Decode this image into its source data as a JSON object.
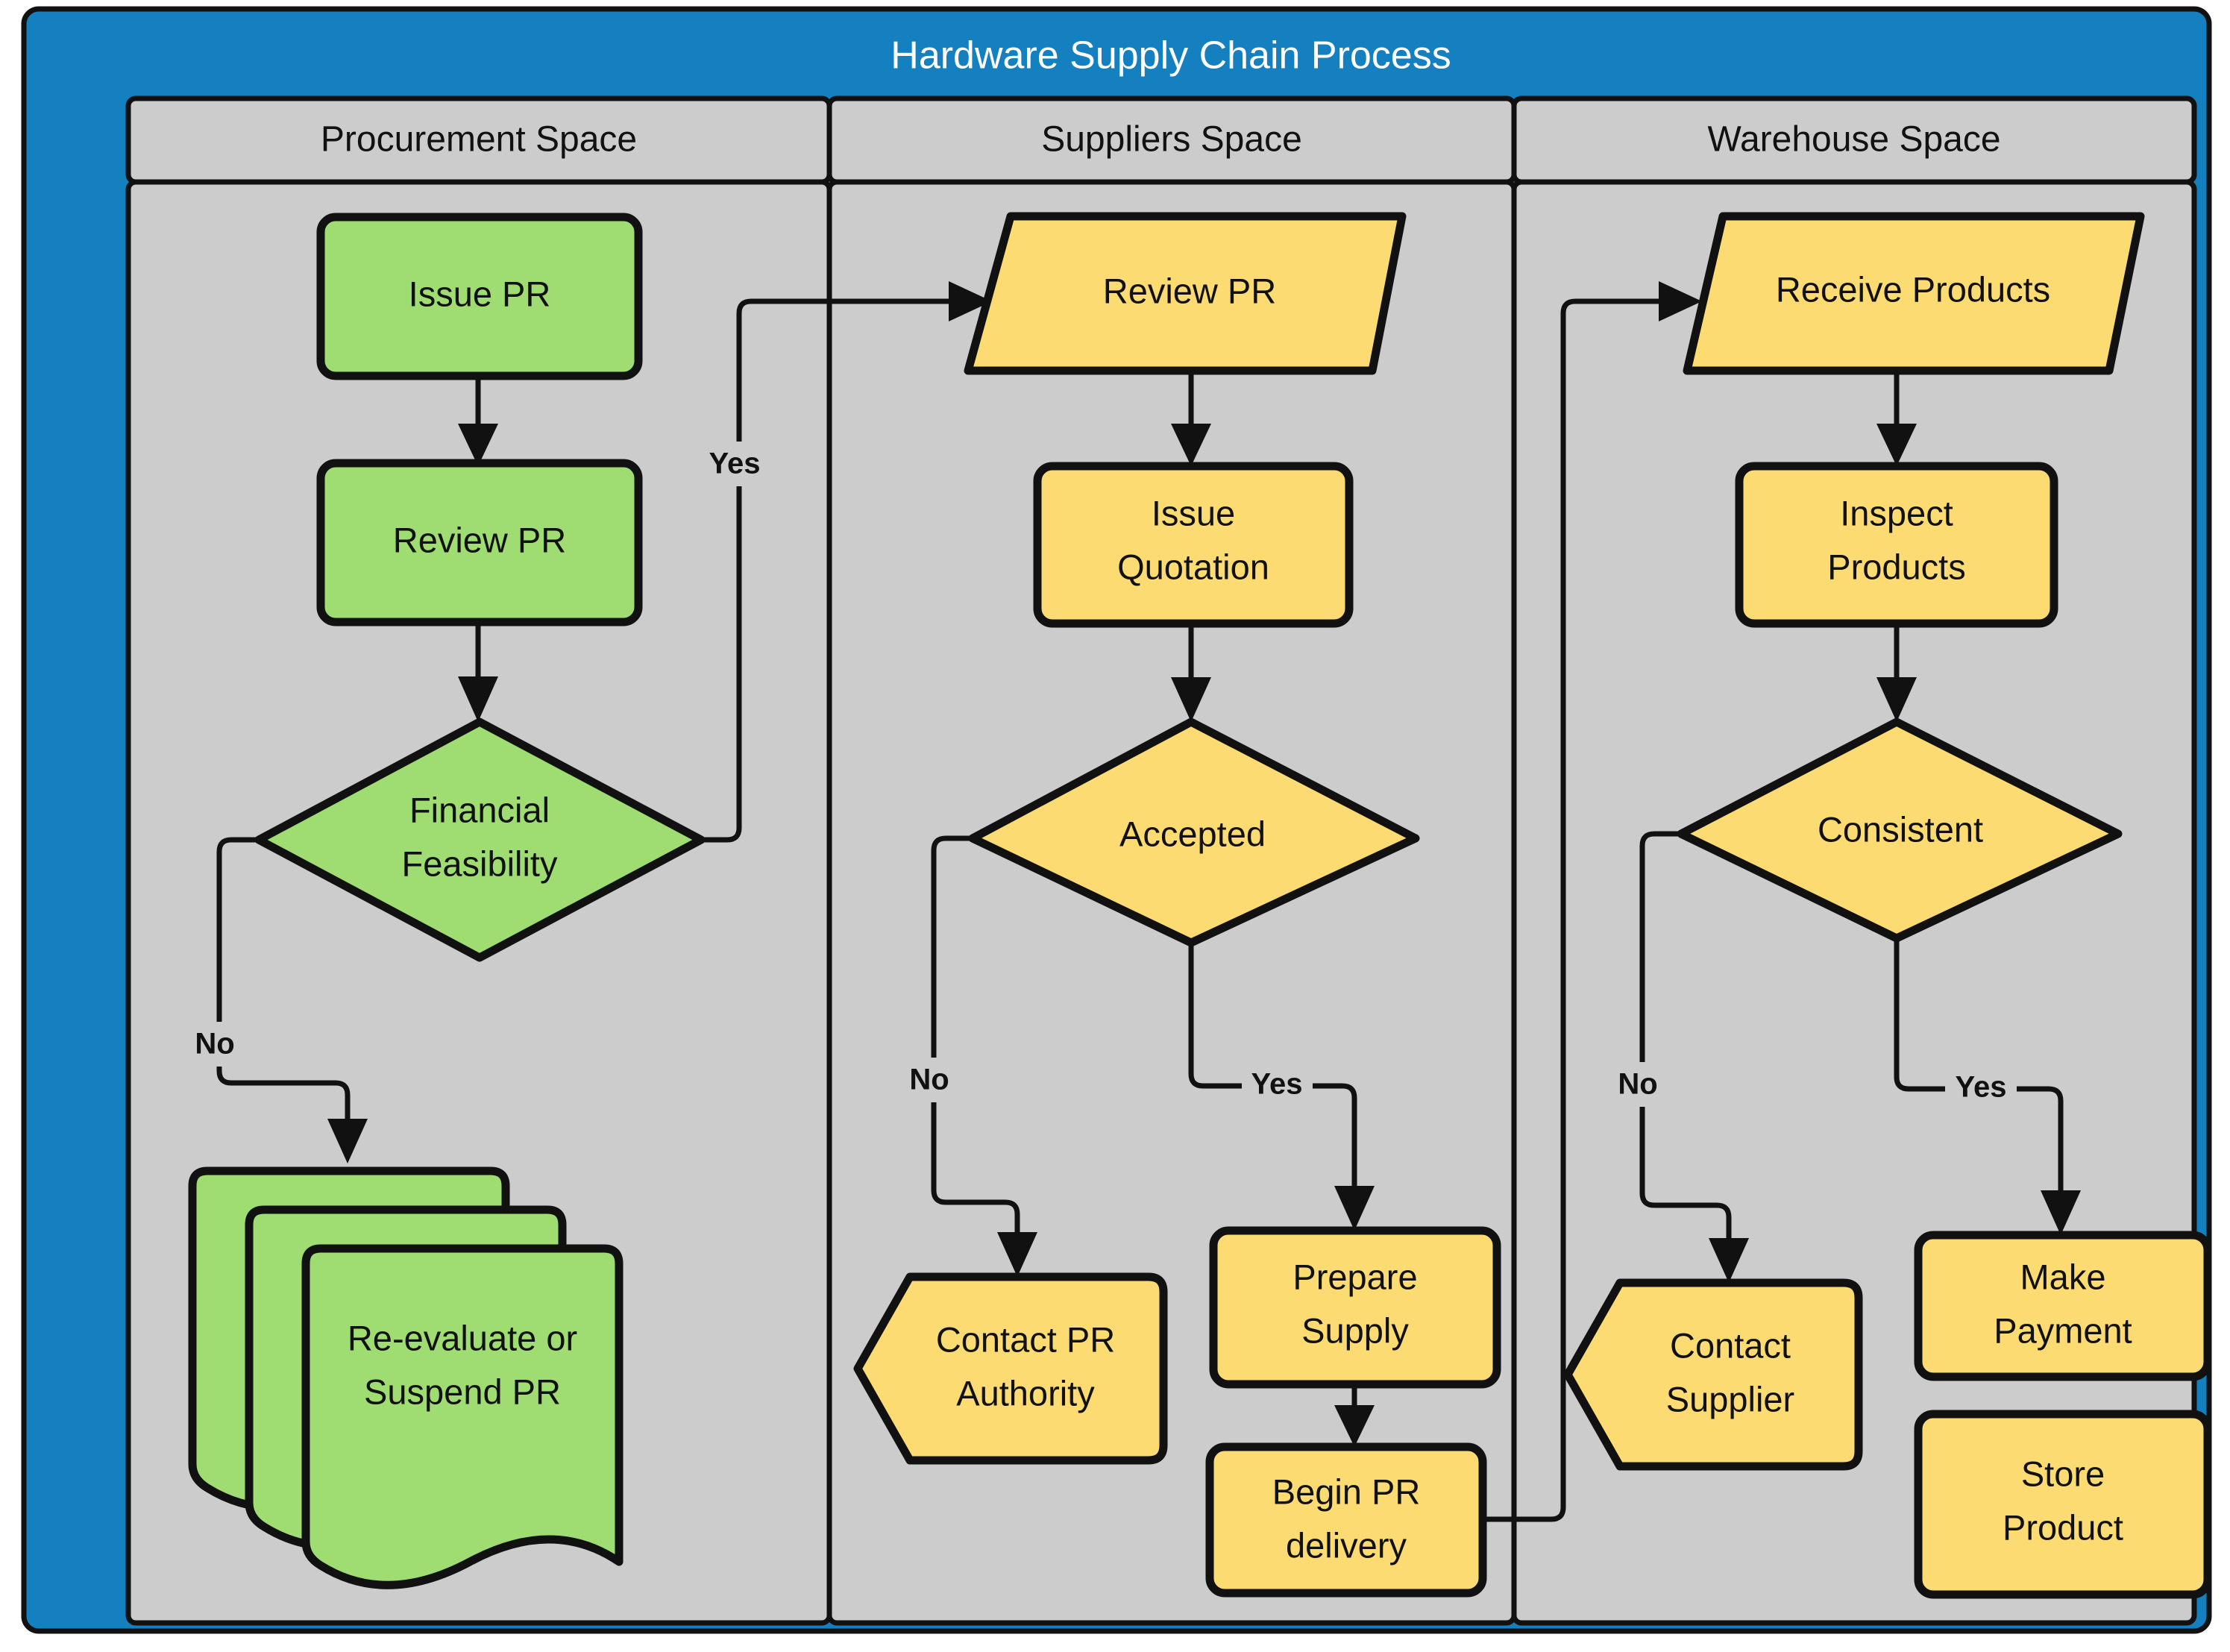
{
  "colors": {
    "pool_header": "#1580bf",
    "lane_fill": "#cccccc",
    "green_node": "#9fdc72",
    "yellow_node": "#fcdc72",
    "stroke": "#111111",
    "title_text": "#ffffff"
  },
  "pool": {
    "title": "Hardware Supply Chain Process"
  },
  "lanes": [
    {
      "id": "procurement",
      "label": "Procurement Space"
    },
    {
      "id": "suppliers",
      "label": "Suppliers Space"
    },
    {
      "id": "warehouse",
      "label": "Warehouse Space"
    }
  ],
  "nodes": {
    "issue_pr": {
      "label": "Issue PR",
      "shape": "process",
      "lane": "procurement"
    },
    "review_pr_proc": {
      "label": "Review PR",
      "shape": "process",
      "lane": "procurement"
    },
    "financial": {
      "label_line1": "Financial",
      "label_line2": "Feasibility",
      "shape": "decision",
      "lane": "procurement"
    },
    "reevaluate": {
      "label_line1": "Re-evaluate or",
      "label_line2": "Suspend PR",
      "shape": "multi-document",
      "lane": "procurement"
    },
    "review_pr_sup": {
      "label": "Review PR",
      "shape": "data",
      "lane": "suppliers"
    },
    "issue_quotation": {
      "label_line1": "Issue",
      "label_line2": "Quotation",
      "shape": "process",
      "lane": "suppliers"
    },
    "accepted": {
      "label": "Accepted",
      "shape": "decision",
      "lane": "suppliers"
    },
    "contact_pr": {
      "label_line1": "Contact PR",
      "label_line2": "Authority",
      "shape": "callout",
      "lane": "suppliers"
    },
    "prepare_supply": {
      "label_line1": "Prepare",
      "label_line2": "Supply",
      "shape": "process",
      "lane": "suppliers"
    },
    "begin_delivery": {
      "label_line1": "Begin PR",
      "label_line2": "delivery",
      "shape": "process",
      "lane": "suppliers"
    },
    "receive_products": {
      "label": "Receive Products",
      "shape": "data",
      "lane": "warehouse"
    },
    "inspect_products": {
      "label_line1": "Inspect",
      "label_line2": "Products",
      "shape": "process",
      "lane": "warehouse"
    },
    "consistent": {
      "label": "Consistent",
      "shape": "decision",
      "lane": "warehouse"
    },
    "contact_supplier": {
      "label_line1": "Contact",
      "label_line2": "Supplier",
      "shape": "callout",
      "lane": "warehouse"
    },
    "make_payment": {
      "label_line1": "Make",
      "label_line2": "Payment",
      "shape": "process",
      "lane": "warehouse"
    },
    "store_product": {
      "label_line1": "Store",
      "label_line2": "Product",
      "shape": "process",
      "lane": "warehouse"
    }
  },
  "edge_labels": {
    "financial_yes": "Yes",
    "financial_no": "No",
    "accepted_yes": "Yes",
    "accepted_no": "No",
    "consistent_yes": "Yes",
    "consistent_no": "No"
  },
  "chart_data": {
    "type": "diagram",
    "subtype": "swimlane-flowchart",
    "title": "Hardware Supply Chain Process",
    "lanes": [
      "Procurement Space",
      "Suppliers Space",
      "Warehouse Space"
    ],
    "edges": [
      {
        "from": "Issue PR",
        "to": "Review PR (Procurement)",
        "label": ""
      },
      {
        "from": "Review PR (Procurement)",
        "to": "Financial Feasibility",
        "label": ""
      },
      {
        "from": "Financial Feasibility",
        "to": "Review PR (Suppliers)",
        "label": "Yes"
      },
      {
        "from": "Financial Feasibility",
        "to": "Re-evaluate or Suspend PR",
        "label": "No"
      },
      {
        "from": "Review PR (Suppliers)",
        "to": "Issue Quotation",
        "label": ""
      },
      {
        "from": "Issue Quotation",
        "to": "Accepted",
        "label": ""
      },
      {
        "from": "Accepted",
        "to": "Contact PR Authority",
        "label": "No"
      },
      {
        "from": "Accepted",
        "to": "Prepare Supply",
        "label": "Yes"
      },
      {
        "from": "Prepare Supply",
        "to": "Begin PR delivery",
        "label": ""
      },
      {
        "from": "Begin PR delivery",
        "to": "Receive Products",
        "label": ""
      },
      {
        "from": "Receive Products",
        "to": "Inspect Products",
        "label": ""
      },
      {
        "from": "Inspect Products",
        "to": "Consistent",
        "label": ""
      },
      {
        "from": "Consistent",
        "to": "Contact Supplier",
        "label": "No"
      },
      {
        "from": "Consistent",
        "to": "Make Payment",
        "label": "Yes"
      }
    ]
  }
}
